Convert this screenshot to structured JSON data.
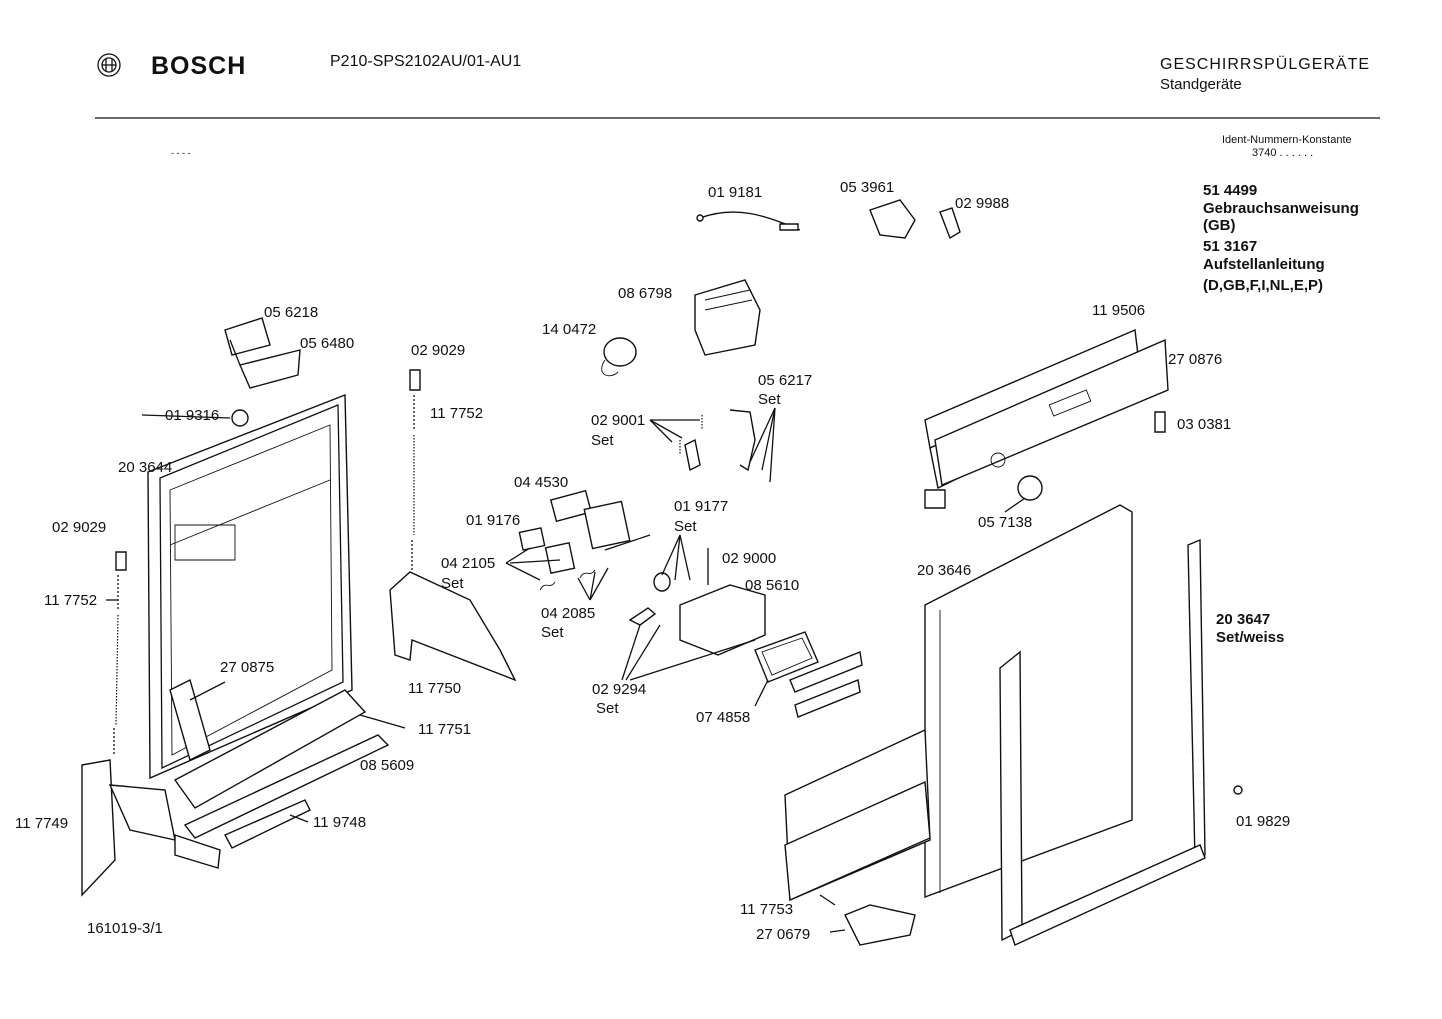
{
  "header": {
    "brand": "BOSCH",
    "model": "P210-SPS2102AU/01-AU1",
    "category": "GESCHIRRSPÜLGERÄTE",
    "subcategory": "Standgeräte",
    "ident_label": "Ident-Nummern-Konstante",
    "ident_value": "3740  . .  . . . .",
    "dash": "- - - -"
  },
  "documents": {
    "doc1_number": "51 4499",
    "doc1_name": "Gebrauchsanweisung",
    "doc1_lang": "(GB)",
    "doc2_number": "51 3167",
    "doc2_name": "Aufstellanleitung",
    "doc2_lang": "(D,GB,F,I,NL,E,P)"
  },
  "parts": {
    "p019181": "01 9181",
    "p053961": "05 3961",
    "p029988": "02 9988",
    "p086798": "08 6798",
    "p140472": "14 0472",
    "p056218": "05 6218",
    "p056480": "05 6480",
    "p029029a": "02 9029",
    "p117752a": "11 7752",
    "p019316": "01 9316",
    "p203644": "20 3644",
    "p029029b": "02 9029",
    "p117752b": "11 7752",
    "p270875": "27 0875",
    "p056217": "05 6217",
    "p056217_set": "Set",
    "p029001": "02 9001",
    "p029001_set": "Set",
    "p044530": "04 4530",
    "p019176": "01 9176",
    "p042105": "04 2105",
    "p042105_set": "Set",
    "p042085": "04 2085",
    "p042085_set": "Set",
    "p019177": "01 9177",
    "p019177_set": "Set",
    "p029000": "02 9000",
    "p085610": "08 5610",
    "p029294": "02 9294",
    "p029294_set": "Set",
    "p074858": "07 4858",
    "p117750": "11 7750",
    "p117751": "11 7751",
    "p085609": "08 5609",
    "p119748": "11 9748",
    "p117749": "11 7749",
    "p119506": "11 9506",
    "p270876": "27 0876",
    "p030381": "03 0381",
    "p057138": "05 7138",
    "p203646": "20 3646",
    "p203647": "20 3647",
    "p203647_set": "Set/weiss",
    "p019829": "01 9829",
    "p117753": "11 7753",
    "p270679": "27 0679"
  },
  "footer": {
    "drawing_number": "161019-3/1"
  }
}
